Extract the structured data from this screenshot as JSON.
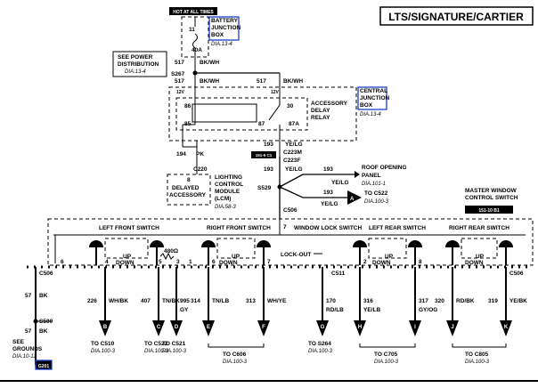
{
  "title": "LTS/SIGNATURE/CARTIER",
  "hot_at_all_times": "HOT AT ALL TIMES",
  "fuse": {
    "number": "11",
    "rating": "40A"
  },
  "battery_box": {
    "lines": [
      "BATTERY",
      "JUNCTION",
      "BOX"
    ],
    "dia": "DIA.13-4"
  },
  "central_box": {
    "lines": [
      "CENTRAL",
      "JUNCTION",
      "BOX"
    ],
    "dia": "DIA.13-4"
  },
  "power_dist": {
    "lines": [
      "SEE POWER",
      "DISTRIBUTION"
    ],
    "dia": "DIA.13-4"
  },
  "relay": {
    "lines": [
      "ACCESSORY",
      "DELAY",
      "RELAY"
    ],
    "pins": [
      "86",
      "85",
      "30",
      "87",
      "87A"
    ]
  },
  "wires_top": [
    {
      "circuit": "517",
      "color": "BK/WH"
    },
    {
      "circuit": "517",
      "color": "BK/WH"
    },
    {
      "circuit": "517",
      "color": "BK/WH"
    },
    {
      "circuit": "12V",
      "color": ""
    },
    {
      "circuit": "12V",
      "color": ""
    }
  ],
  "splice_s267": "S267",
  "wire_194": {
    "circuit": "194",
    "color": "PK"
  },
  "connector_c220": "C220",
  "lcm": {
    "pin": "8",
    "left_lines": [
      "DELAYED",
      "ACCESSORY"
    ],
    "right_lines": [
      "LIGHTING",
      "CONTROL",
      "MODULE",
      "(LCM)"
    ],
    "dia": "DIA.58-3"
  },
  "wire_193": [
    {
      "circuit": "193",
      "color": "YE/LG"
    },
    {
      "circuit": "193",
      "color": "YE/LG"
    },
    {
      "circuit": "193",
      "color": "YE/LG"
    },
    {
      "circuit": "193",
      "color": "YE/LG"
    }
  ],
  "connectors_mid": [
    "C223M",
    "C223F"
  ],
  "code_left": "151-5 C1",
  "splice_s529": "S529",
  "roof": {
    "lines": [
      "ROOF OPENING",
      "PANEL"
    ],
    "dia": "DIA.101-1"
  },
  "arrow_a": {
    "letter": "A",
    "to": "TO C522",
    "dia": "DIA.100-3"
  },
  "connector_c506": "C506",
  "pin_7": "7",
  "master_window": {
    "lines": [
      "MASTER WINDOW",
      "CONTROL SWITCH"
    ],
    "code": "151-10 B1"
  },
  "switches": [
    "LEFT FRONT SWITCH",
    "RIGHT FRONT SWITCH",
    "WINDOW LOCK SWITCH",
    "LEFT REAR SWITCH",
    "RIGHT REAR SWITCH"
  ],
  "up_down": {
    "up": "UP",
    "down": "DOWN"
  },
  "resistor": "480Ω",
  "lock_out": "LOCK-OUT",
  "pins": [
    "6",
    "4",
    "5",
    "3",
    "1",
    "6",
    "7",
    "2",
    "8"
  ],
  "c506_left": "C506",
  "c506_right": "C506",
  "c511": "C511",
  "gnd_57": [
    {
      "circuit": "57",
      "color": "BK"
    },
    {
      "circuit": "57",
      "color": "BK"
    }
  ],
  "splice_s500": "S500",
  "see_grounds": {
    "lines": [
      "SEE",
      "GROUNDS"
    ],
    "dia": "DIA.10-11"
  },
  "branches": [
    {
      "circuit": "226",
      "color": "WH/BK",
      "letter": "B",
      "to": "TO C510",
      "dia": "DIA.100-3"
    },
    {
      "circuit": "407",
      "color": "TN/BK",
      "letter": "C",
      "to": "TO C522",
      "dia": "DIA.100-3"
    },
    {
      "circuit": "995",
      "color": "GY",
      "letter": "D",
      "to": "TO C521",
      "dia": "DIA.100-3"
    },
    {
      "circuit": "314",
      "color": "TN/LB",
      "letter": "E",
      "to": "",
      "dia": ""
    },
    {
      "circuit": "313",
      "color": "WH/YE",
      "letter": "F",
      "to": "",
      "dia": ""
    },
    {
      "circuit": "170",
      "color": "RD/LB",
      "letter": "G",
      "to": "TO S264",
      "dia": "DIA.100-3"
    },
    {
      "circuit": "316",
      "color": "YE/LB",
      "letter": "H",
      "to": "",
      "dia": ""
    },
    {
      "circuit": "317",
      "color": "GY/OG",
      "letter": "I",
      "to": "",
      "dia": ""
    },
    {
      "circuit": "320",
      "color": "RD/BK",
      "letter": "J",
      "to": "",
      "dia": ""
    },
    {
      "circuit": "319",
      "color": "YE/BK",
      "letter": "K",
      "to": "",
      "dia": ""
    }
  ],
  "groups": [
    {
      "to": "TO C606",
      "dia": "DIA.100-3"
    },
    {
      "to": "TO C705",
      "dia": "DIA.100-3"
    },
    {
      "to": "TO C805",
      "dia": "DIA.100-3"
    }
  ],
  "ground_code": "G201",
  "colors": {
    "link_box": "#1a3ec8",
    "wire": "#000000",
    "background": "#ffffff"
  }
}
